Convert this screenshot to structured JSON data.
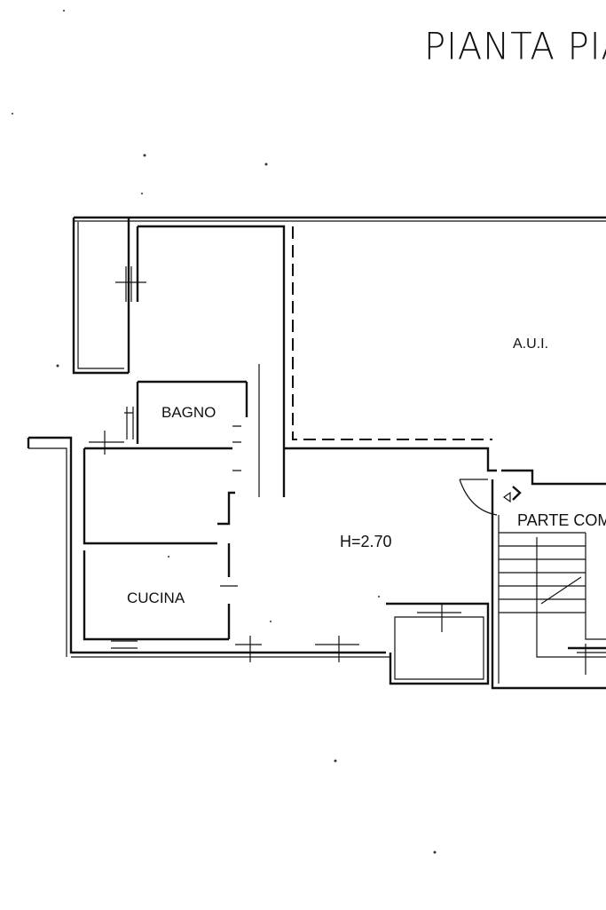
{
  "header": {
    "title": "PIANTA PIA"
  },
  "rooms": {
    "aui": "A.U.I.",
    "bagno": "BAGNO",
    "cucina": "CUCINA",
    "height": "H=2.70",
    "common": "PARTE COM"
  }
}
